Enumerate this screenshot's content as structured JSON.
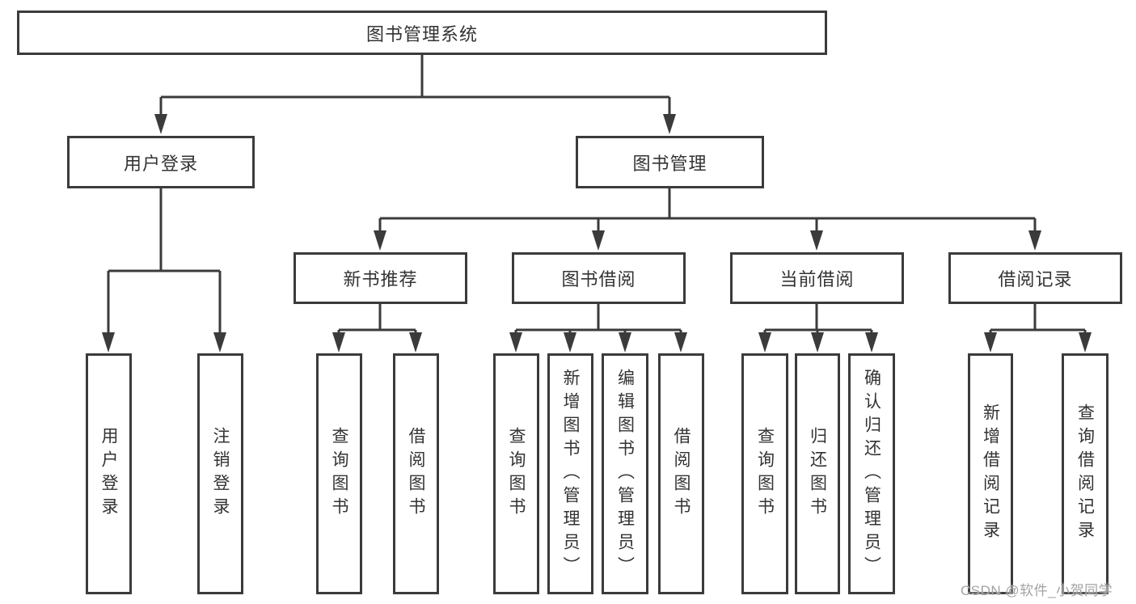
{
  "diagram": {
    "root": {
      "label": "图书管理系统"
    },
    "branches": [
      {
        "label": "用户登录",
        "children": [
          {
            "label": "用户登录"
          },
          {
            "label": "注销登录"
          }
        ]
      },
      {
        "label": "图书管理",
        "sections": [
          {
            "label": "新书推荐",
            "children": [
              {
                "label": "查询图书"
              },
              {
                "label": "借阅图书"
              }
            ]
          },
          {
            "label": "图书借阅",
            "children": [
              {
                "label": "查询图书"
              },
              {
                "label": "新增图书（管理员）"
              },
              {
                "label": "编辑图书（管理员）"
              },
              {
                "label": "借阅图书"
              }
            ]
          },
          {
            "label": "当前借阅",
            "children": [
              {
                "label": "查询图书"
              },
              {
                "label": "归还图书"
              },
              {
                "label": "确认归还（管理员）"
              }
            ]
          },
          {
            "label": "借阅记录",
            "children": [
              {
                "label": "新增借阅记录"
              },
              {
                "label": "查询借阅记录"
              }
            ]
          }
        ]
      }
    ]
  },
  "watermark": {
    "text": "CSDN @软件_小贺同学"
  },
  "colors": {
    "line": "#3b3b3b",
    "text": "#333333",
    "watermark": "#a3a3a3",
    "background": "#ffffff"
  }
}
